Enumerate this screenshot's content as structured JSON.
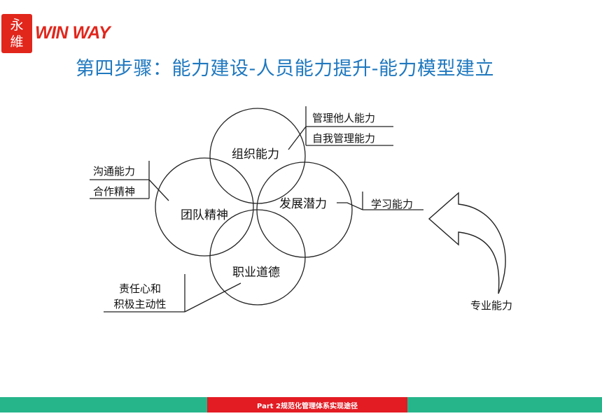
{
  "brand": {
    "logo_chars": [
      "永",
      "維"
    ],
    "logo_text": "WIN WAY",
    "color": "#e1261c"
  },
  "slide": {
    "title": "第四步骤：能力建设-人员能力提升-能力模型建立",
    "title_color": "#1f78bf"
  },
  "diagram": {
    "circles": [
      {
        "label": "组织能力"
      },
      {
        "label": "团队精神"
      },
      {
        "label": "发展潜力"
      },
      {
        "label": "职业道德"
      }
    ],
    "callouts": {
      "org": [
        "管理他人能力",
        "自我管理能力"
      ],
      "team": [
        "沟通能力",
        "合作精神"
      ],
      "potential": [
        "学习能力"
      ],
      "ethics": [
        "责任心和",
        "积极主动性"
      ]
    },
    "arrow_label": "专业能力"
  },
  "footer": {
    "text": "Part 2规范化管理体系实现途径",
    "bar_color": "#26b58b",
    "label_color": "#e31b23"
  }
}
